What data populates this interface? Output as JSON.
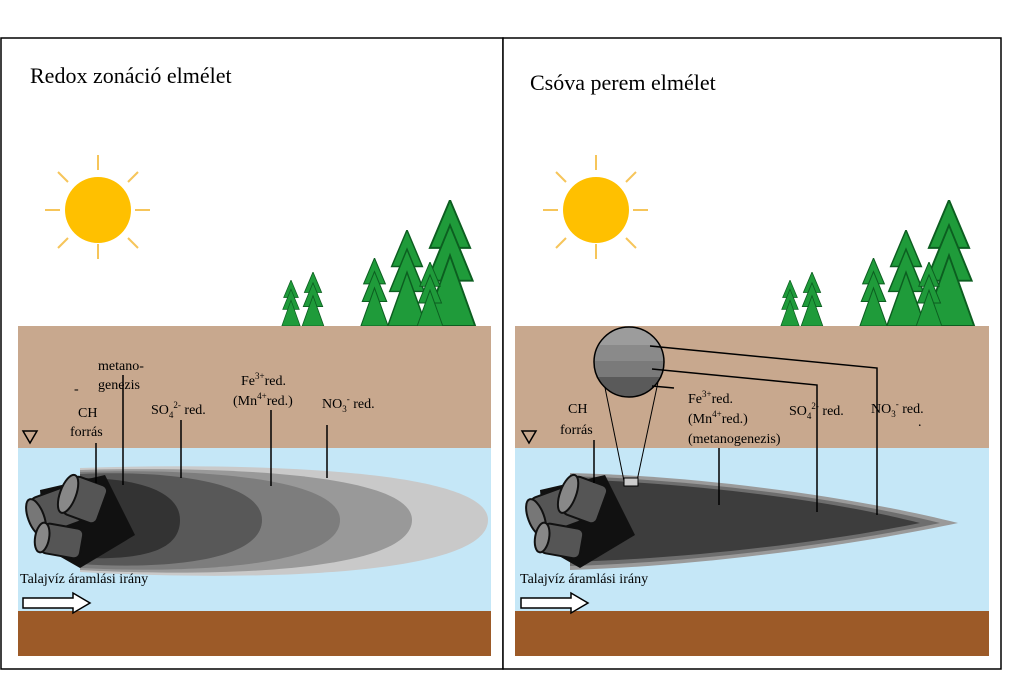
{
  "left_panel": {
    "title": "Redox zonáció elmélet",
    "labels": {
      "dash": "-",
      "metano_1": "metano-",
      "metano_2": "genezis",
      "ch": "CH",
      "forras": "forrás",
      "so4": "SO",
      "so4_sub": "4",
      "so4_sup": "2-",
      "so4_rest": " red.",
      "fe": "Fe",
      "fe_sup": "3+",
      "fe_rest": "red.",
      "mn_open": "(Mn",
      "mn_sup": "4+",
      "mn_rest": "red.)",
      "no3": "NO",
      "no3_sub": "3",
      "no3_sup": "-",
      "no3_rest": " red."
    },
    "flow_label": "Talajvíz áramlási irány"
  },
  "right_panel": {
    "title": "Csóva perem elmélet",
    "labels": {
      "ch": "CH",
      "forras": "forrás",
      "fe": "Fe",
      "fe_sup": "3+",
      "fe_rest": "red.",
      "mn_open": "(Mn",
      "mn_sup": "4+",
      "mn_rest": "red.)",
      "metano": "(metanogenezis)",
      "so4": "SO",
      "so4_sub": "4",
      "so4_sup": "2-",
      "so4_rest": " red.",
      "no3": "NO",
      "no3_sub": "3",
      "no3_sup": "-",
      "no3_rest": " red.",
      "dot": "."
    },
    "flow_label": "Talajvíz áramlási irány"
  },
  "colors": {
    "sky": "#ffffff",
    "soil": "#c8a88e",
    "water": "#c5e7f7",
    "bedrock": "#9c5a28",
    "sun": "#ffc000",
    "sun_ray": "#f6c55a",
    "tree": "#1f9b3a",
    "tree_edge": "#0c5e20"
  },
  "icons": [
    "sun-icon",
    "tree-icon",
    "barrel-icon",
    "water-table-icon",
    "flow-arrow-icon",
    "magnifier-icon"
  ]
}
